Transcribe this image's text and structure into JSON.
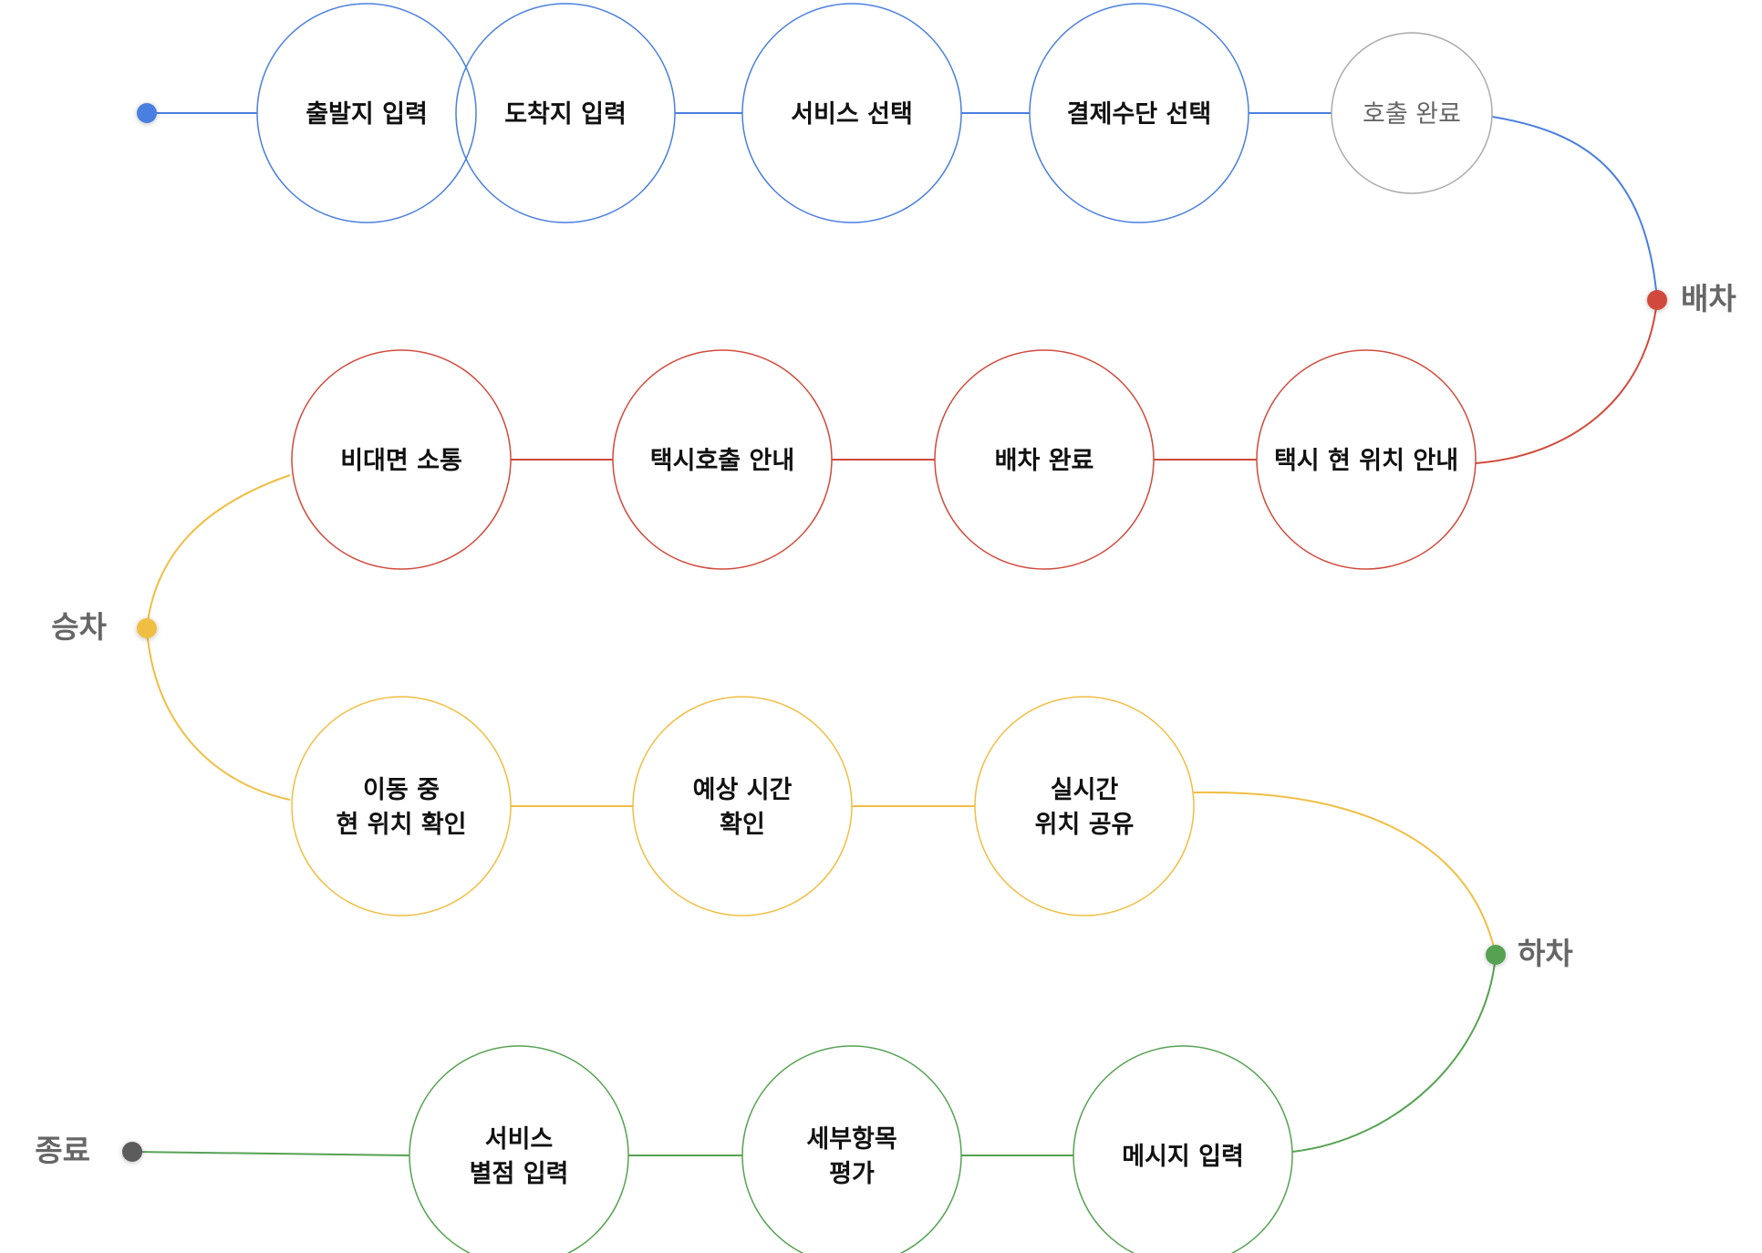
{
  "colors": {
    "blue": "#4A7FE0",
    "red": "#D14A3C",
    "yellow": "#F0BE43",
    "green": "#56A252",
    "end": "#5C5C5C",
    "gray": "#AAAAAA"
  },
  "stages": {
    "dispatch": "배차",
    "boarding": "승차",
    "alighting": "하차",
    "end": "종료"
  },
  "rows": [
    {
      "color": "blue",
      "nodes": [
        {
          "lines": [
            "출발지 입력"
          ]
        },
        {
          "lines": [
            "도착지 입력"
          ]
        },
        {
          "lines": [
            "서비스 선택"
          ]
        },
        {
          "lines": [
            "결제수단 선택"
          ]
        },
        {
          "lines": [
            "호출 완료"
          ],
          "muted": true
        }
      ]
    },
    {
      "color": "red",
      "nodes": [
        {
          "lines": [
            "비대면 소통"
          ]
        },
        {
          "lines": [
            "택시호출 안내"
          ]
        },
        {
          "lines": [
            "배차 완료"
          ]
        },
        {
          "lines": [
            "택시 현 위치 안내"
          ]
        }
      ]
    },
    {
      "color": "yellow",
      "nodes": [
        {
          "lines": [
            "이동 중",
            "현 위치 확인"
          ]
        },
        {
          "lines": [
            "예상 시간",
            "확인"
          ]
        },
        {
          "lines": [
            "실시간",
            "위치 공유"
          ]
        }
      ]
    },
    {
      "color": "green",
      "nodes": [
        {
          "lines": [
            "서비스",
            "별점 입력"
          ]
        },
        {
          "lines": [
            "세부항목",
            "평가"
          ]
        },
        {
          "lines": [
            "메시지 입력"
          ]
        }
      ]
    }
  ]
}
